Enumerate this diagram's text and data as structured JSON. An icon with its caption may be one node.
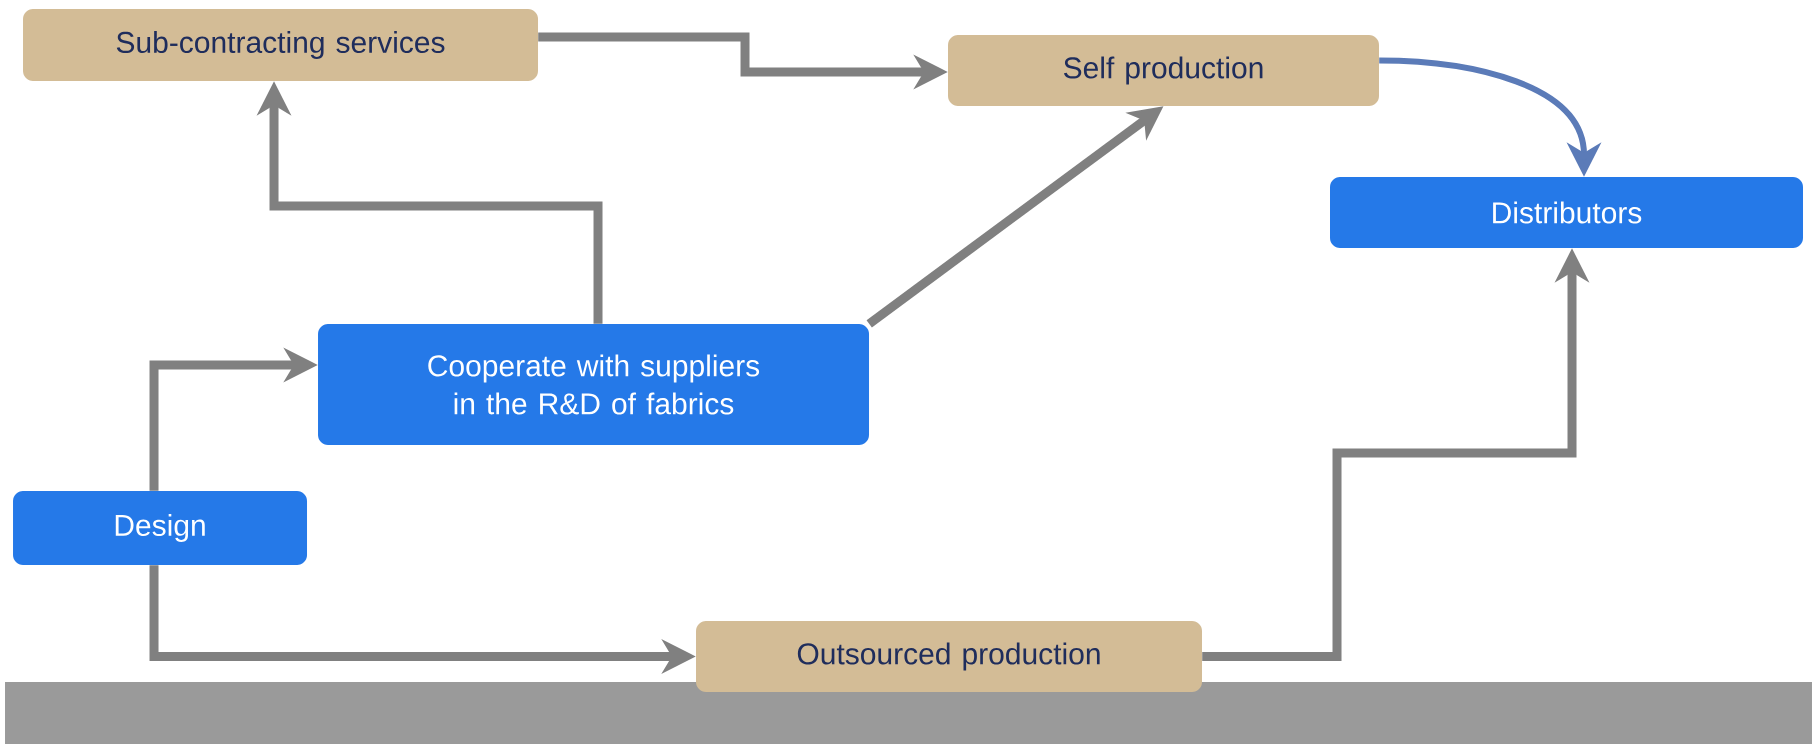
{
  "diagram": {
    "nodes": [
      {
        "text": [
          "Sub-contracting services"
        ]
      },
      {
        "text": [
          "Self production"
        ]
      },
      {
        "text": [
          "Distributors"
        ]
      },
      {
        "text": [
          "Cooperate with suppliers in the R&D of fabrics"
        ]
      },
      {
        "text": [
          "Design"
        ]
      },
      {
        "text": [
          "Outsourced production"
        ]
      }
    ],
    "edges": [
      {
        "from": 0,
        "to": 1,
        "arrow": "to"
      },
      {
        "from": 3,
        "to": 0,
        "arrow": "to"
      },
      {
        "from": 3,
        "to": 1,
        "arrow": "to"
      },
      {
        "from": 4,
        "to": 3,
        "arrow": "to"
      },
      {
        "from": 4,
        "to": 5,
        "arrow": "to"
      },
      {
        "from": 1,
        "to": 2,
        "arrow": "to",
        "color": "#5b7bb8"
      },
      {
        "from": 5,
        "to": 2,
        "arrow": "to"
      }
    ]
  }
}
